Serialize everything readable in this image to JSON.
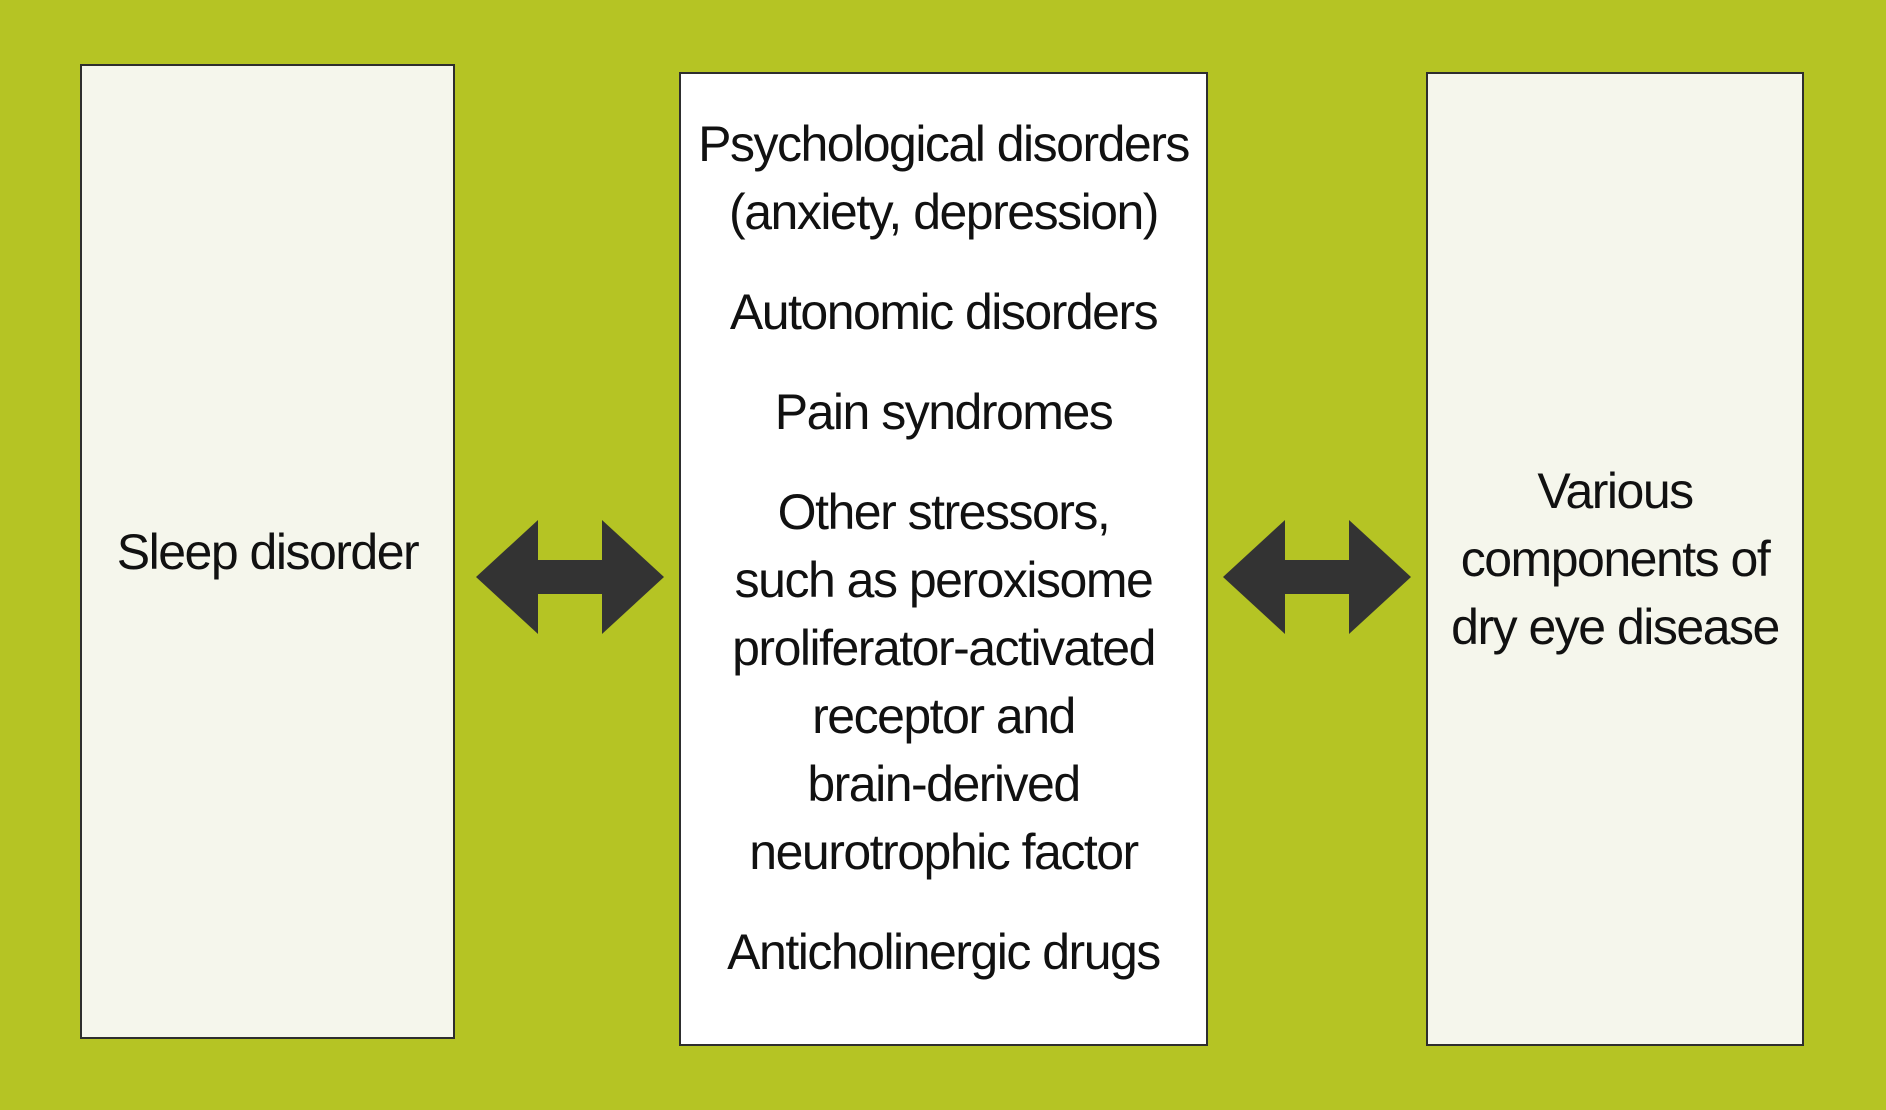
{
  "diagram": {
    "background_color": "#b5c424",
    "arrow_color": "#333333",
    "left_box": {
      "label": "Sleep disorder"
    },
    "center_box": {
      "items": [
        "Psychological disorders\n(anxiety, depression)",
        "Autonomic disorders",
        "Pain syndromes",
        "Other stressors,\nsuch as peroxisome\nproliferator-activated\nreceptor and\nbrain-derived\nneurotrophic factor",
        "Anticholinergic drugs"
      ]
    },
    "right_box": {
      "label": "Various\ncomponents of\ndry eye disease"
    },
    "arrows": [
      {
        "name": "double-arrow-icon",
        "from": "left_box",
        "to": "center_box"
      },
      {
        "name": "double-arrow-icon",
        "from": "center_box",
        "to": "right_box"
      }
    ]
  }
}
